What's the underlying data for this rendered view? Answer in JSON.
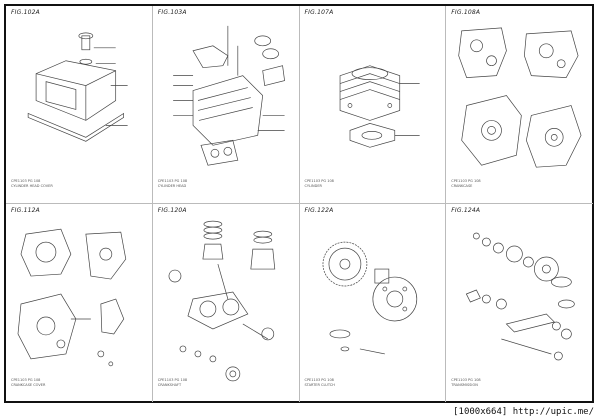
{
  "watermark": "[1000x664] http://upic.me/",
  "panels": [
    {
      "fig": "FIG.102A",
      "caption_a": "CPE1103 PG 108",
      "caption_b": "CYLINDER HEAD COVER"
    },
    {
      "fig": "FIG.103A",
      "caption_a": "CPE1103 PG 108",
      "caption_b": "CYLINDER HEAD"
    },
    {
      "fig": "FIG.107A",
      "caption_a": "CPE1103 PG 108",
      "caption_b": "CYLINDER"
    },
    {
      "fig": "FIG.108A",
      "caption_a": "CPE1103 PG 108",
      "caption_b": "CRANKCASE"
    },
    {
      "fig": "FIG.112A",
      "caption_a": "CPE1103 PG 108",
      "caption_b": "CRANKCASE COVER"
    },
    {
      "fig": "FIG.120A",
      "caption_a": "CPE1103 PG 108",
      "caption_b": "CRANKSHAFT"
    },
    {
      "fig": "FIG.122A",
      "caption_a": "CPE1103 PG 108",
      "caption_b": "STARTER CLUTCH"
    },
    {
      "fig": "FIG.124A",
      "caption_a": "CPE1103 PG 108",
      "caption_b": "TRANSMISSION"
    }
  ]
}
